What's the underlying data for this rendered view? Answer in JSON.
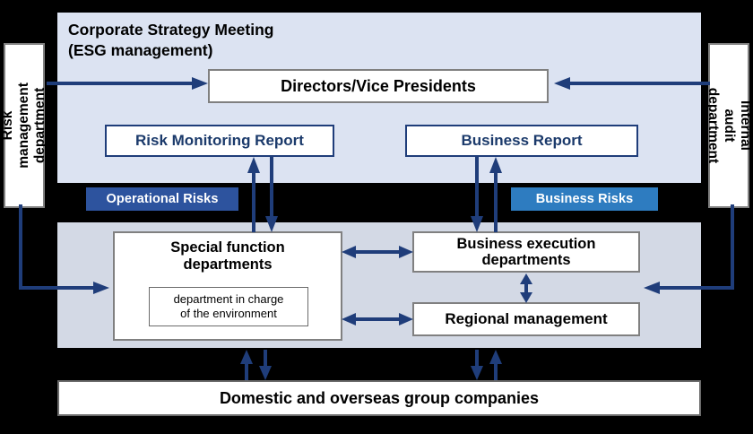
{
  "diagram": {
    "title": "Corporate Strategy Meeting\n(ESG management)",
    "background_color": "#000000",
    "top_panel_color": "#dce3f2",
    "bottom_panel_color": "#d3d9e5",
    "arrow_color": "#1f3d7a"
  },
  "top_panel": {
    "directors": "Directors/Vice Presidents",
    "risk_monitoring_report": "Risk Monitoring Report",
    "business_report": "Business Report"
  },
  "badges": {
    "operational_risks": {
      "label": "Operational Risks",
      "color": "#2d539e"
    },
    "business_risks": {
      "label": "Business Risks",
      "color": "#2e7cc0"
    }
  },
  "bottom_panel": {
    "special_function_departments": "Special function\ndepartments",
    "environment_department": "department in charge\nof the environment",
    "business_execution_departments": "Business execution\ndepartments",
    "regional_management": "Regional management"
  },
  "group_companies": "Domestic and overseas group companies",
  "side_boxes": {
    "risk_management": "Risk management\ndepartment",
    "internal_audit": "Internal audit\ndepartment"
  }
}
